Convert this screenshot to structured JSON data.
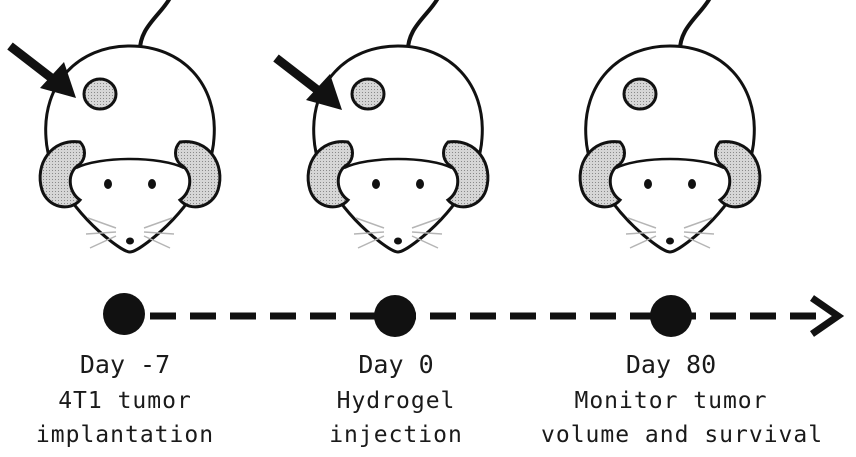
{
  "stages": [
    {
      "day": "Day -7",
      "line1": "4T1 tumor",
      "line2": "implantation",
      "arrow_indicator": true
    },
    {
      "day": "Day 0",
      "line1": "Hydrogel",
      "line2": "injection",
      "arrow_indicator": true
    },
    {
      "day": "Day 80",
      "line1": "Monitor tumor",
      "line2": "volume and survival",
      "arrow_indicator": false
    }
  ],
  "colors": {
    "outline": "#111111",
    "ear_fill": "#c8c8c8",
    "tumor_fill": "#c8c8c8",
    "timeline": "#111111",
    "background": "#ffffff"
  }
}
